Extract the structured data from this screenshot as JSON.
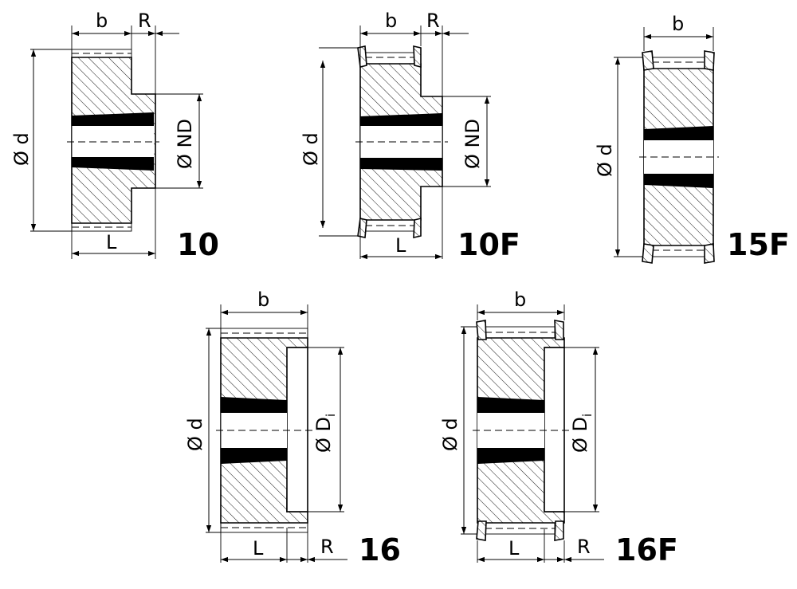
{
  "labels": {
    "b": "b",
    "R": "R",
    "L": "L",
    "d": "Ø d",
    "ND": "Ø ND",
    "Di_main": "Ø D",
    "Di_sub": "i"
  },
  "variants": {
    "v10": "10",
    "v10F": "10F",
    "v15F": "15F",
    "v16": "16",
    "v16F": "16F"
  },
  "colors": {
    "line": "#000000",
    "background": "#ffffff",
    "taper_fill": "#000000"
  }
}
